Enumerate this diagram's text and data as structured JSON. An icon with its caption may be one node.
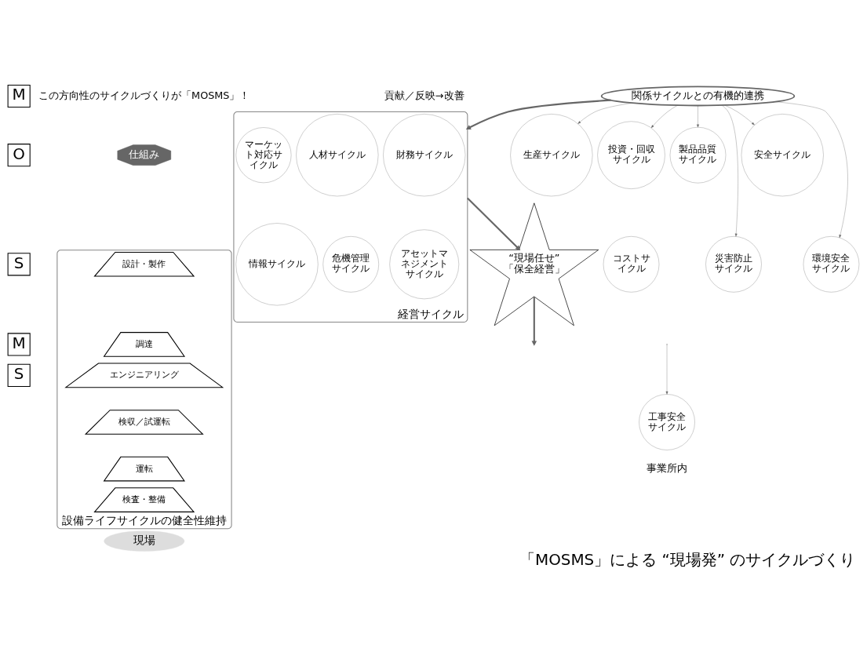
{
  "diagram": {
    "title": "「MOSMS」による “現場発” のサイクルづくり",
    "nodes": [
      {
        "text": [
          "関係サイクルとの有機的連携"
        ]
      },
      {
        "text": [
          "経営サイクル"
        ]
      },
      {
        "text": [
          "財務サイクル"
        ],
        "in": 1
      },
      {
        "text": [
          "人材サイクル"
        ],
        "in": 1
      },
      {
        "text": [
          "マーケット対応サイクル"
        ],
        "in": 1
      },
      {
        "text": [
          "アセットマネジメントサイクル"
        ],
        "in": 1
      },
      {
        "text": [
          "危機管理サイクル"
        ],
        "in": 1
      },
      {
        "text": [
          "情報サイクル"
        ],
        "in": 1
      },
      {
        "text": [
          "設備ライフサイクルの健全性維持"
        ]
      },
      {
        "text": [
          "設計・製作"
        ],
        "in": 8
      },
      {
        "text": [
          "調達"
        ],
        "in": 8
      },
      {
        "text": [
          "エンジニアリング"
        ],
        "in": 8
      },
      {
        "text": [
          "検収／試運転"
        ],
        "in": 8
      },
      {
        "text": [
          "運転"
        ],
        "in": 8
      },
      {
        "text": [
          "検査・整備"
        ],
        "in": 8
      },
      {
        "text": [
          "生産サイクル"
        ]
      },
      {
        "text": [
          "投資・回収サイクル"
        ]
      },
      {
        "text": [
          "コストサイクル"
        ]
      },
      {
        "text": [
          "製品品質サイクル"
        ]
      },
      {
        "text": [
          "災害防止サイクル"
        ]
      },
      {
        "text": [
          "安全サイクル"
        ]
      },
      {
        "text": [
          "環境安全サイクル"
        ]
      },
      {
        "text": [
          "工事安全サイクル"
        ]
      },
      {
        "text": [
          "仕組み"
        ]
      },
      {
        "text": [
          "現場"
        ]
      },
      {
        "text": [
          "“現場任せ”",
          "「保全経営」"
        ]
      },
      {
        "text": [
          "M"
        ]
      },
      {
        "text": [
          "O"
        ]
      },
      {
        "text": [
          "S"
        ]
      },
      {
        "text": [
          "M"
        ]
      },
      {
        "text": [
          "S"
        ]
      }
    ],
    "edges": [
      {
        "from": 0,
        "to": 1,
        "arrow": "to",
        "style": "thick"
      },
      {
        "from": 0,
        "to": 15,
        "arrow": "to"
      },
      {
        "from": 0,
        "to": 16,
        "arrow": "to"
      },
      {
        "from": 0,
        "to": 18,
        "arrow": "to"
      },
      {
        "from": 0,
        "to": 20,
        "arrow": "to"
      },
      {
        "from": 0,
        "to": 19,
        "arrow": "to"
      },
      {
        "from": 0,
        "to": 21,
        "arrow": "to"
      },
      {
        "from": null,
        "to": 22,
        "arrow": "to"
      },
      {
        "from": 1,
        "to": 25,
        "arrow": "to",
        "style": "thick"
      },
      {
        "from": 25,
        "to": null,
        "arrow": "to",
        "style": "thick"
      }
    ],
    "labels": [
      "貢献／反映→改善",
      "この方向性のサイクルづくりが「MOSMS」！",
      "事業所内"
    ]
  }
}
